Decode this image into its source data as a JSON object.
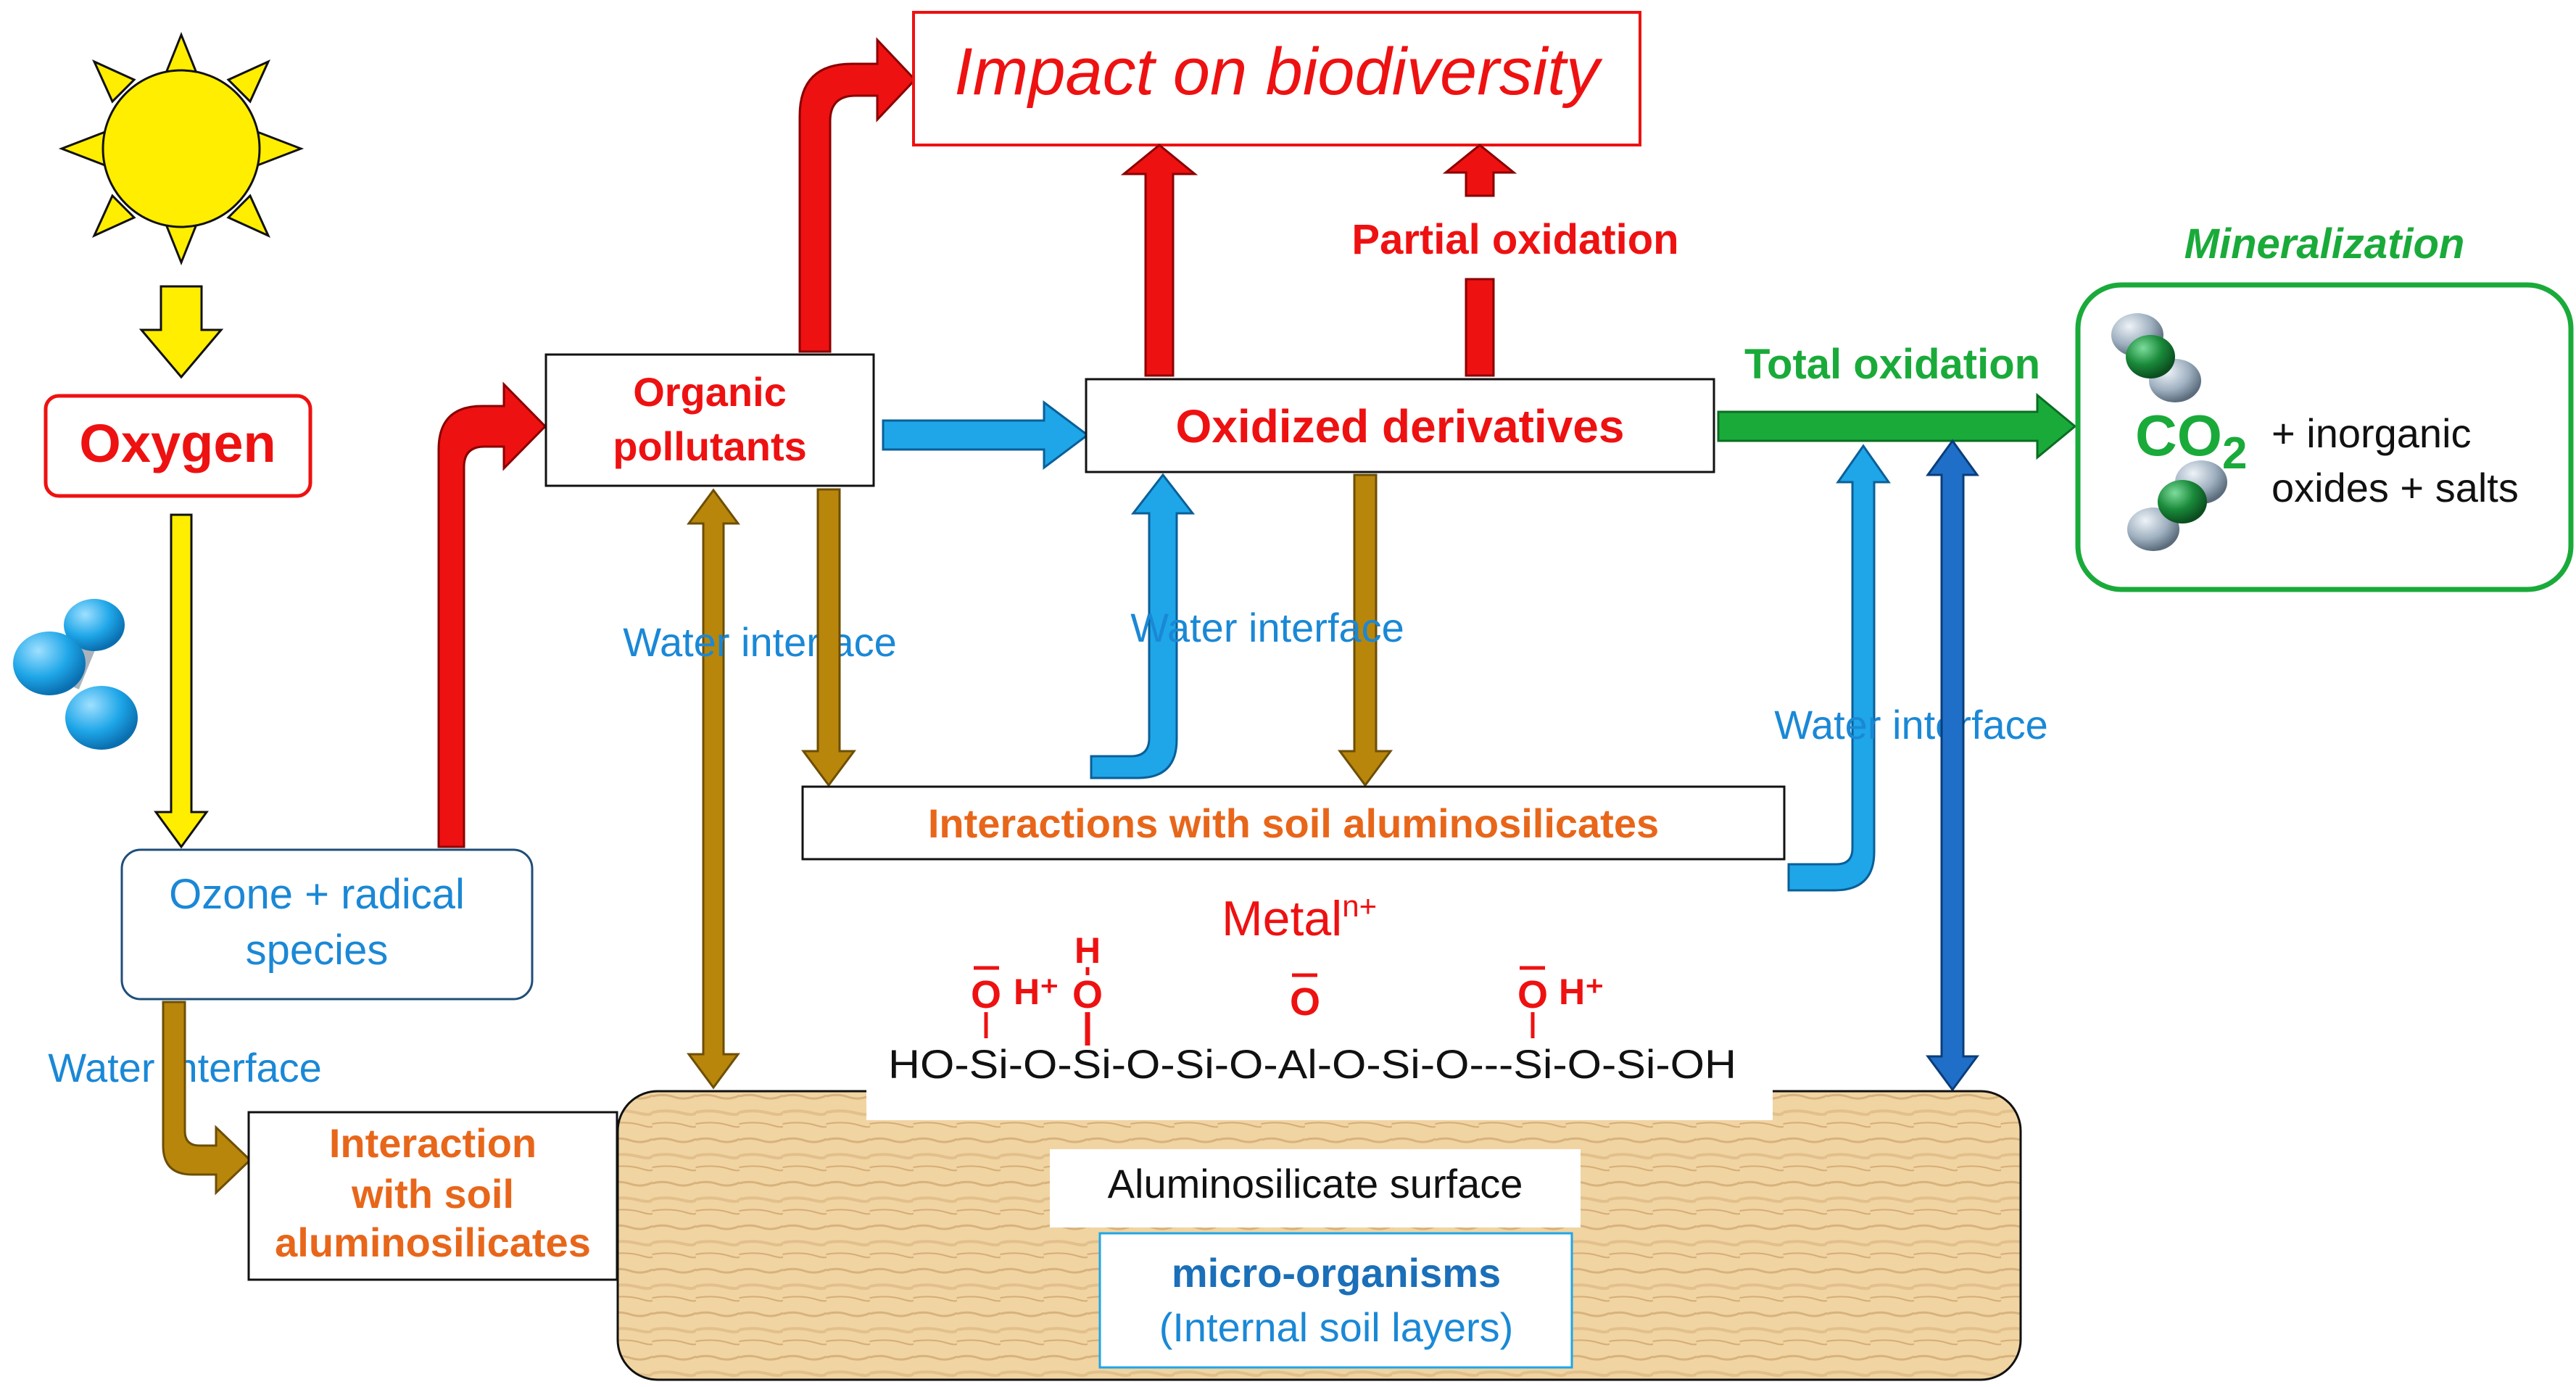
{
  "impact": "Impact on biodiversity",
  "oxygen": "Oxygen",
  "ozone": [
    "Ozone + radical",
    "species"
  ],
  "organic": [
    "Organic",
    "pollutants"
  ],
  "oxidized": "Oxidized derivatives",
  "partial": "Partial oxidation",
  "total": "Total oxidation",
  "mineralization": "Mineralization",
  "co2_main": "CO",
  "co2_sub": "2",
  "co2_rest": [
    "+ inorganic",
    "oxides + salts"
  ],
  "water_interface": "Water interface",
  "interactions_top": "Interactions with soil aluminosilicates",
  "interaction_left": [
    "Interaction",
    "with soil",
    "aluminosilicates"
  ],
  "metal_base": "Metal",
  "metal_sup": "n+",
  "chain": "HO-Si-O-Si-O-Si-O-Al-O-Si-O---Si-O-Si-OH",
  "groups": {
    "o": "O",
    "h": "H",
    "hplus": "H⁺"
  },
  "surface": "Aluminosilicate surface",
  "micro": [
    "micro-organisms",
    "(Internal soil layers)"
  ],
  "colors": {
    "red": "#ee1111",
    "blue": "#1a88d6",
    "orange": "#e8661a",
    "green": "#1aaa3a",
    "brown": "#b8860b",
    "yellow": "#ffee00"
  }
}
